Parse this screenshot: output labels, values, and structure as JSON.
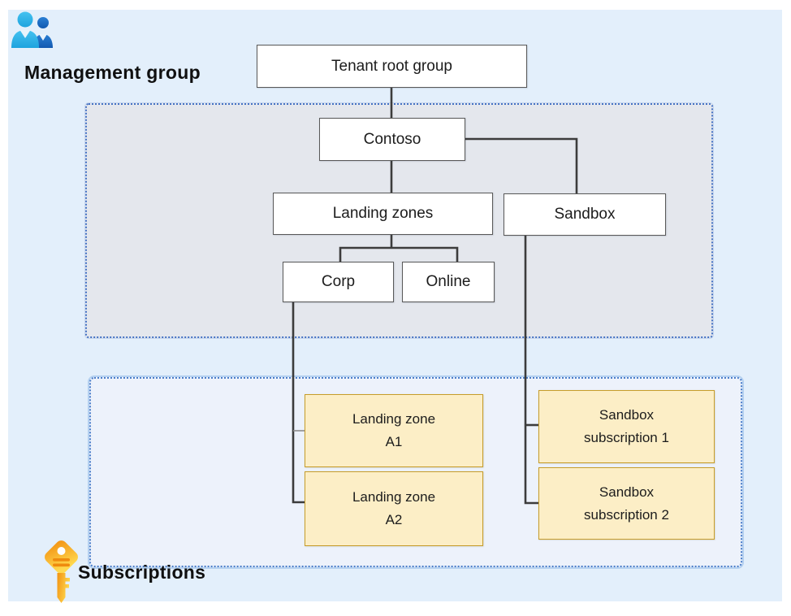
{
  "titles": {
    "management_group": "Management group",
    "subscriptions": "Subscriptions"
  },
  "management_groups": {
    "tenant_root": {
      "label": "Tenant root group"
    },
    "contoso": {
      "label": "Contoso"
    },
    "landing_zones": {
      "label": "Landing zones"
    },
    "sandbox": {
      "label": "Sandbox"
    },
    "corp": {
      "label": "Corp"
    },
    "online": {
      "label": "Online"
    }
  },
  "subscriptions": {
    "landing_zone_a1": {
      "label": "Landing zone\nA1"
    },
    "landing_zone_a2": {
      "label": "Landing zone\nA2"
    },
    "sandbox_subscription_1": {
      "label": "Sandbox\nsubscription 1"
    },
    "sandbox_subscription_2": {
      "label": "Sandbox\nsubscription 2"
    }
  },
  "icons": {
    "management_group": "people-icon",
    "subscriptions": "key-icon"
  },
  "colors": {
    "canvas_background": "#e3effb",
    "management_group_container_fill": "#e4e7ed",
    "subscriptions_container_fill": "#edf2fb",
    "container_border_blue": "#4472c4",
    "node_fill": "#ffffff",
    "node_border": "#595959",
    "subscription_node_fill": "#fceec6",
    "subscription_node_border": "#c79d2b",
    "connector": "#3c3c3c",
    "people_icon_light_blue": "#2fb0e8",
    "people_icon_dark_blue": "#1c67c0",
    "key_icon_orange": "#f6a21d",
    "key_icon_yellow": "#ffd348"
  }
}
